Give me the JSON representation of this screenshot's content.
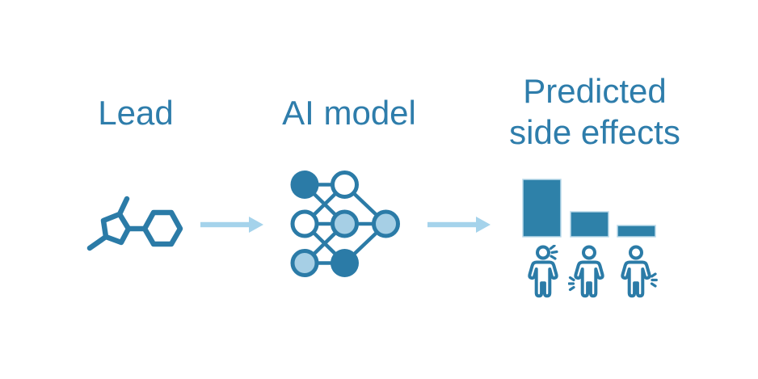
{
  "colors": {
    "background": "#ffffff",
    "icon_dark_blue": "#2b7ba7",
    "icon_light_blue": "#a6cfe5",
    "node_white": "#ffffff",
    "arrow_blue": "#a5d3eb",
    "text_blue": "#2e7dab",
    "bar_fill": "#2e81a9",
    "bar_border": "#bcdaea"
  },
  "stages": [
    {
      "label": "Lead",
      "icon": "molecule-icon"
    },
    {
      "label": "AI model",
      "icon": "neural-network-icon"
    },
    {
      "label_line1": "Predicted",
      "label_line2": "side effects",
      "icon": "side-effect-bar-chart"
    }
  ],
  "icons": {
    "arrows": [
      "right-arrow-icon",
      "right-arrow-icon"
    ],
    "persons": [
      "person-head-pain-icon",
      "person-abdomen-pain-icon",
      "person-hand-pain-icon"
    ]
  },
  "chart_data": {
    "type": "bar",
    "title": "Predicted side effects",
    "categories": [
      "person-with-head-pain",
      "person-with-abdomen-pain",
      "person-with-hand-pain"
    ],
    "values": [
      1.0,
      0.44,
      0.2
    ],
    "pixel_heights": [
      71,
      31,
      14
    ],
    "xlabel": "",
    "ylabel": "",
    "notes": "unlabeled mini bar chart; bars share a common baseline, heights are relative"
  }
}
